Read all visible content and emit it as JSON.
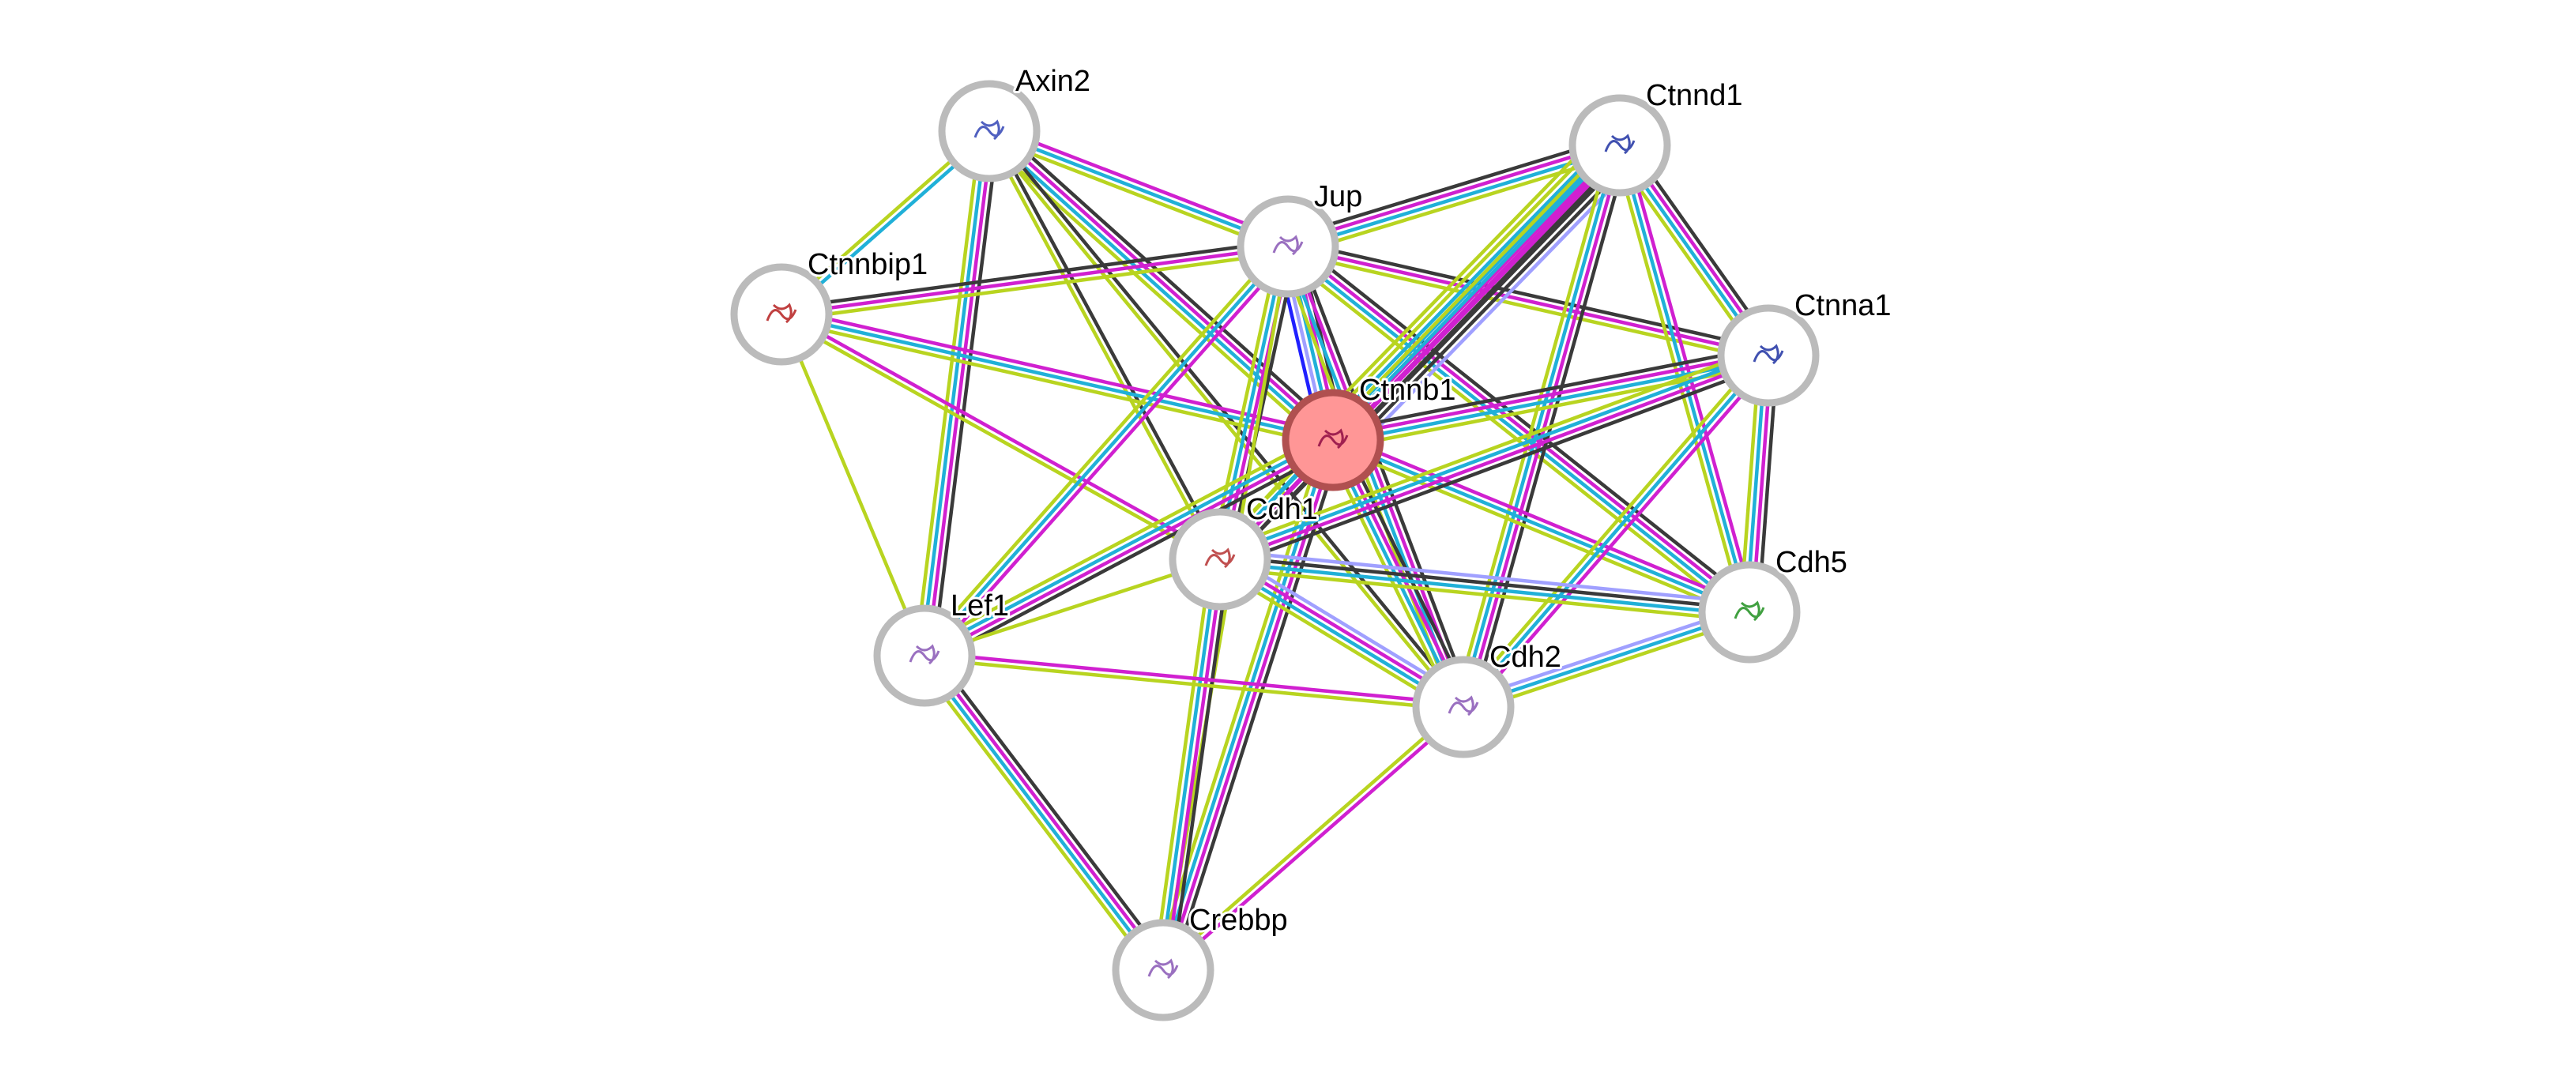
{
  "evidence_colors": {
    "k": "#3a3a3a",
    "m": "#d020d0",
    "c": "#20b0d8",
    "y": "#b8d420",
    "h": "#a0a0ff",
    "b": "#2020ff"
  },
  "query_node_color": "#ff9696",
  "nodes": [
    {
      "id": "Axin2",
      "label": "Axin2",
      "query": false
    },
    {
      "id": "Jup",
      "label": "Jup",
      "query": false
    },
    {
      "id": "Ctnnd1",
      "label": "Ctnnd1",
      "query": false
    },
    {
      "id": "Ctnnbip1",
      "label": "Ctnnbip1",
      "query": false
    },
    {
      "id": "Ctnnb1",
      "label": "Ctnnb1",
      "query": true
    },
    {
      "id": "Ctnna1",
      "label": "Ctnna1",
      "query": false
    },
    {
      "id": "Cdh1",
      "label": "Cdh1",
      "query": false
    },
    {
      "id": "Lef1",
      "label": "Lef1",
      "query": false
    },
    {
      "id": "Cdh5",
      "label": "Cdh5",
      "query": false
    },
    {
      "id": "Cdh2",
      "label": "Cdh2",
      "query": false
    },
    {
      "id": "Crebbp",
      "label": "Crebbp",
      "query": false
    }
  ],
  "edges": [
    {
      "from": "Axin2",
      "to": "Ctnnbip1",
      "evidence": [
        "c",
        "y"
      ]
    },
    {
      "from": "Axin2",
      "to": "Jup",
      "evidence": [
        "m",
        "c",
        "y"
      ]
    },
    {
      "from": "Axin2",
      "to": "Ctnnb1",
      "evidence": [
        "k",
        "m",
        "c",
        "y"
      ]
    },
    {
      "from": "Axin2",
      "to": "Lef1",
      "evidence": [
        "k",
        "m",
        "c",
        "y"
      ]
    },
    {
      "from": "Axin2",
      "to": "Cdh1",
      "evidence": [
        "k",
        "y"
      ]
    },
    {
      "from": "Axin2",
      "to": "Cdh2",
      "evidence": [
        "k",
        "y"
      ]
    },
    {
      "from": "Ctnnbip1",
      "to": "Jup",
      "evidence": [
        "k",
        "m",
        "y"
      ]
    },
    {
      "from": "Ctnnbip1",
      "to": "Ctnnb1",
      "evidence": [
        "m",
        "c",
        "y"
      ]
    },
    {
      "from": "Ctnnbip1",
      "to": "Cdh1",
      "evidence": [
        "m",
        "y"
      ]
    },
    {
      "from": "Ctnnbip1",
      "to": "Lef1",
      "evidence": [
        "y"
      ]
    },
    {
      "from": "Jup",
      "to": "Ctnnd1",
      "evidence": [
        "k",
        "m",
        "c",
        "y"
      ]
    },
    {
      "from": "Jup",
      "to": "Ctnna1",
      "evidence": [
        "k",
        "m",
        "y"
      ]
    },
    {
      "from": "Jup",
      "to": "Ctnnb1",
      "evidence": [
        "k",
        "m",
        "c",
        "h",
        "b"
      ]
    },
    {
      "from": "Jup",
      "to": "Cdh1",
      "evidence": [
        "k",
        "m",
        "c",
        "y"
      ]
    },
    {
      "from": "Jup",
      "to": "Lef1",
      "evidence": [
        "m",
        "c",
        "y"
      ]
    },
    {
      "from": "Jup",
      "to": "Cdh5",
      "evidence": [
        "k",
        "m",
        "c",
        "y"
      ]
    },
    {
      "from": "Jup",
      "to": "Cdh2",
      "evidence": [
        "k",
        "m",
        "c",
        "y"
      ]
    },
    {
      "from": "Jup",
      "to": "Crebbp",
      "evidence": [
        "y"
      ]
    },
    {
      "from": "Ctnnd1",
      "to": "Ctnnb1",
      "evidence": [
        "h",
        "k",
        "k",
        "m",
        "m",
        "c",
        "c",
        "y",
        "y"
      ]
    },
    {
      "from": "Ctnnd1",
      "to": "Ctnna1",
      "evidence": [
        "k",
        "m",
        "c",
        "y"
      ]
    },
    {
      "from": "Ctnnd1",
      "to": "Cdh5",
      "evidence": [
        "m",
        "c",
        "y"
      ]
    },
    {
      "from": "Ctnnd1",
      "to": "Cdh2",
      "evidence": [
        "k",
        "m",
        "c",
        "y"
      ]
    },
    {
      "from": "Ctnnd1",
      "to": "Cdh1",
      "evidence": [
        "k",
        "m",
        "c",
        "y"
      ]
    },
    {
      "from": "Ctnnb1",
      "to": "Ctnna1",
      "evidence": [
        "k",
        "m",
        "c",
        "y"
      ]
    },
    {
      "from": "Ctnnb1",
      "to": "Cdh1",
      "evidence": [
        "k",
        "m",
        "c",
        "y"
      ]
    },
    {
      "from": "Ctnnb1",
      "to": "Lef1",
      "evidence": [
        "k",
        "m",
        "c",
        "y"
      ]
    },
    {
      "from": "Ctnnb1",
      "to": "Cdh2",
      "evidence": [
        "k",
        "m",
        "c",
        "y"
      ]
    },
    {
      "from": "Ctnnb1",
      "to": "Cdh5",
      "evidence": [
        "m",
        "c",
        "y"
      ]
    },
    {
      "from": "Ctnnb1",
      "to": "Crebbp",
      "evidence": [
        "k",
        "m",
        "c",
        "y"
      ]
    },
    {
      "from": "Ctnna1",
      "to": "Cdh5",
      "evidence": [
        "k",
        "m",
        "c",
        "y"
      ]
    },
    {
      "from": "Ctnna1",
      "to": "Cdh1",
      "evidence": [
        "k",
        "m",
        "c",
        "y"
      ]
    },
    {
      "from": "Ctnna1",
      "to": "Cdh2",
      "evidence": [
        "m",
        "c",
        "y"
      ]
    },
    {
      "from": "Cdh1",
      "to": "Cdh5",
      "evidence": [
        "h",
        "k",
        "c",
        "y"
      ]
    },
    {
      "from": "Cdh1",
      "to": "Cdh2",
      "evidence": [
        "h",
        "m",
        "c",
        "y"
      ]
    },
    {
      "from": "Cdh1",
      "to": "Lef1",
      "evidence": [
        "y"
      ]
    },
    {
      "from": "Cdh1",
      "to": "Crebbp",
      "evidence": [
        "k",
        "m",
        "c",
        "y"
      ]
    },
    {
      "from": "Lef1",
      "to": "Cdh2",
      "evidence": [
        "m",
        "y"
      ]
    },
    {
      "from": "Lef1",
      "to": "Crebbp",
      "evidence": [
        "k",
        "m",
        "c",
        "y"
      ]
    },
    {
      "from": "Cdh2",
      "to": "Cdh5",
      "evidence": [
        "h",
        "c",
        "y"
      ]
    },
    {
      "from": "Cdh2",
      "to": "Crebbp",
      "evidence": [
        "m",
        "y"
      ]
    }
  ]
}
